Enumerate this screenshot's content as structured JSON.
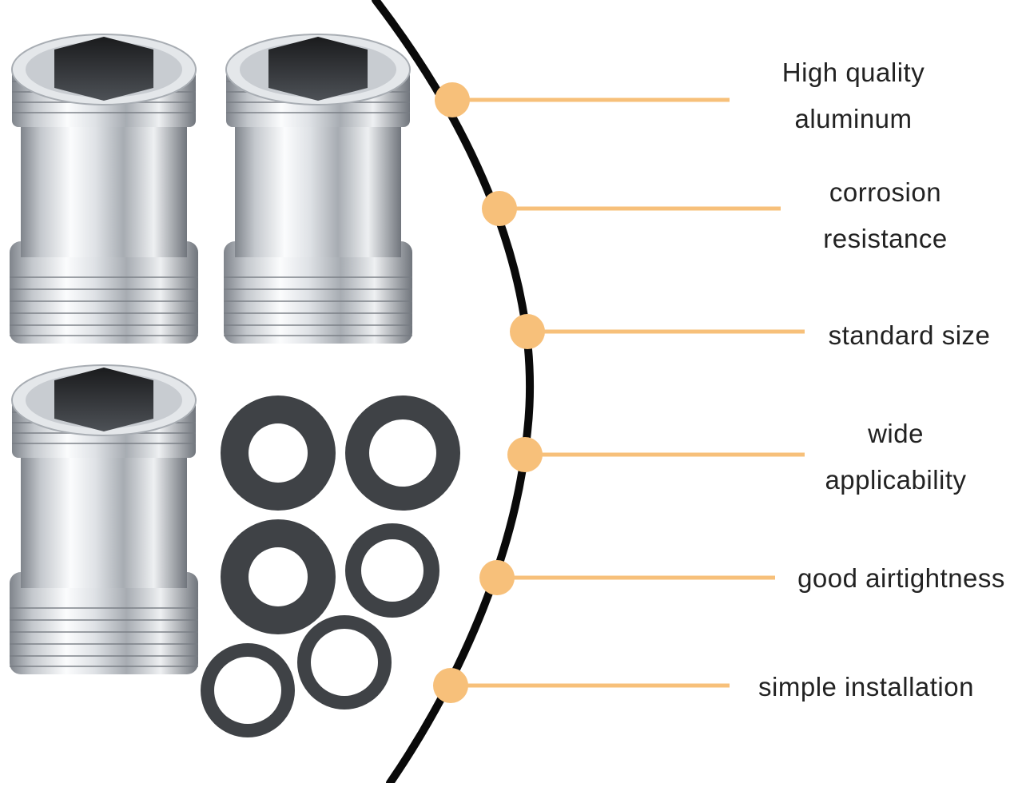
{
  "colors": {
    "background": "#ffffff",
    "arc": "#0a0a0a",
    "accent": "#f7c07a",
    "chrome_light": "#eef0f3",
    "chrome_dark": "#8b9097",
    "washer": "#3f4246",
    "text": "#222222"
  },
  "product": {
    "adapters": [
      "chrome-adapter",
      "chrome-adapter",
      "chrome-adapter"
    ],
    "washers": [
      "black-washer",
      "black-washer",
      "black-washer",
      "black-washer",
      "black-washer",
      "black-washer"
    ]
  },
  "features": [
    {
      "line1": "High quality",
      "line2": "aluminum"
    },
    {
      "line1": "corrosion",
      "line2": "resistance"
    },
    {
      "line1": "standard size",
      "line2": ""
    },
    {
      "line1": "wide",
      "line2": "applicability"
    },
    {
      "line1": "good airtightness",
      "line2": ""
    },
    {
      "line1": "simple installation",
      "line2": ""
    }
  ]
}
